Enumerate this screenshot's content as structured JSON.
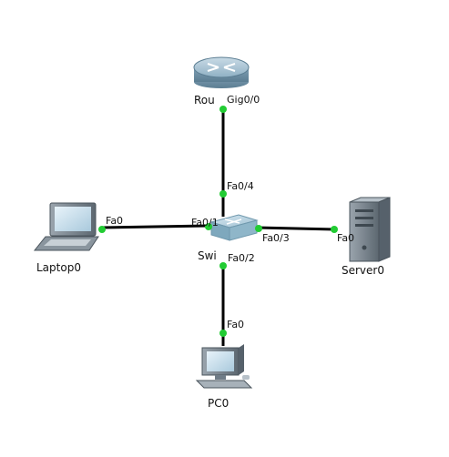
{
  "devices": {
    "router": {
      "label": "Rou"
    },
    "switch": {
      "label": "Swi"
    },
    "laptop": {
      "label": "Laptop0"
    },
    "server": {
      "label": "Server0"
    },
    "pc": {
      "label": "PC0"
    }
  },
  "links": [
    {
      "id": "router-switch",
      "a_port": "Gig0/0",
      "b_port": "Fa0/4"
    },
    {
      "id": "laptop-switch",
      "a_port": "Fa0",
      "b_port": "Fa0/1"
    },
    {
      "id": "switch-server",
      "a_port": "Fa0/3",
      "b_port": "Fa0"
    },
    {
      "id": "switch-pc",
      "a_port": "Fa0/2",
      "b_port": "Fa0"
    }
  ],
  "colors": {
    "link": "#000000",
    "port_up": "#22cc33",
    "router_body": "#7fa3b8",
    "switch_body": "#9fc4d6",
    "device_grey": "#6f7c87"
  }
}
